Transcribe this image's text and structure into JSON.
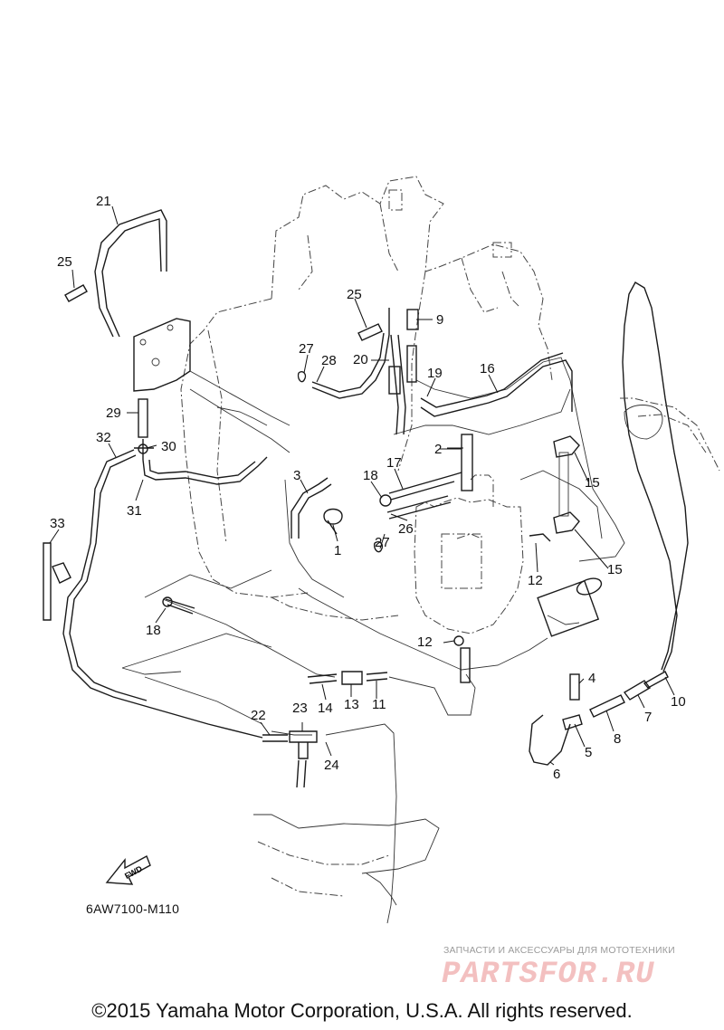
{
  "part_labels": [
    {
      "number": "1"
    },
    {
      "number": "2"
    },
    {
      "number": "3"
    },
    {
      "number": "4"
    },
    {
      "number": "5"
    },
    {
      "number": "6"
    },
    {
      "number": "7"
    },
    {
      "number": "8"
    },
    {
      "number": "9"
    },
    {
      "number": "10"
    },
    {
      "number": "11"
    },
    {
      "number": "12"
    },
    {
      "number": "12"
    },
    {
      "number": "13"
    },
    {
      "number": "14"
    },
    {
      "number": "15"
    },
    {
      "number": "15"
    },
    {
      "number": "16"
    },
    {
      "number": "17"
    },
    {
      "number": "18"
    },
    {
      "number": "18"
    },
    {
      "number": "19"
    },
    {
      "number": "20"
    },
    {
      "number": "21"
    },
    {
      "number": "22"
    },
    {
      "number": "23"
    },
    {
      "number": "24"
    },
    {
      "number": "25"
    },
    {
      "number": "25"
    },
    {
      "number": "26"
    },
    {
      "number": "27"
    },
    {
      "number": "27"
    },
    {
      "number": "28"
    },
    {
      "number": "29"
    },
    {
      "number": "30"
    },
    {
      "number": "31"
    },
    {
      "number": "32"
    },
    {
      "number": "33"
    }
  ],
  "fwd_arrow_label": "FWD",
  "diagram_code": "6AW7100-M110",
  "watermark": {
    "tagline": "ЗАПЧАСТИ И АКСЕССУАРЫ ДЛЯ МОТОТЕХНИКИ",
    "logo": "PARTSFOR.RU",
    "color": "#f3c0c0"
  },
  "copyright": "©2015 Yamaha Motor Corporation, U.S.A. All rights reserved."
}
